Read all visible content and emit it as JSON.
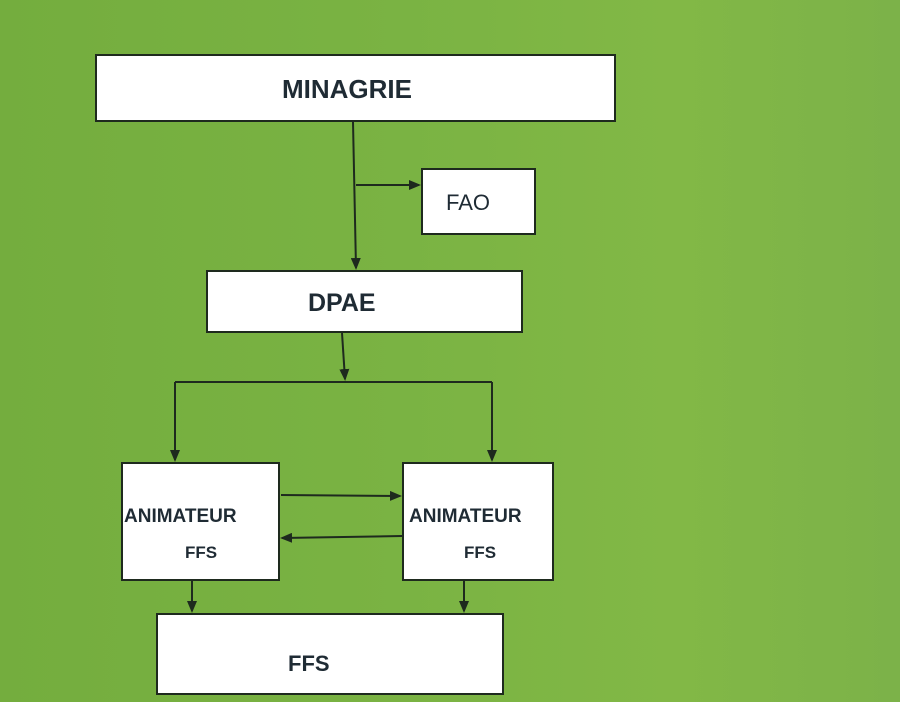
{
  "diagram": {
    "nodes": {
      "minagrie": {
        "label": "MINAGRIE"
      },
      "fao": {
        "label": "FAO"
      },
      "dpae": {
        "label": "DPAE"
      },
      "animateur_left": {
        "line1": "ANIMATEUR",
        "line2": "FFS"
      },
      "animateur_right": {
        "line1": "ANIMATEUR",
        "line2": "FFS"
      },
      "ffs": {
        "label": "FFS"
      }
    },
    "edges": [
      {
        "from": "minagrie",
        "to": "fao"
      },
      {
        "from": "minagrie",
        "to": "dpae"
      },
      {
        "from": "dpae",
        "to": "animateur_left"
      },
      {
        "from": "dpae",
        "to": "animateur_right"
      },
      {
        "from": "animateur_left",
        "to": "animateur_right"
      },
      {
        "from": "animateur_right",
        "to": "animateur_left"
      },
      {
        "from": "animateur_left",
        "to": "ffs"
      },
      {
        "from": "animateur_right",
        "to": "ffs"
      }
    ],
    "colors": {
      "background": "#7ab142",
      "box_fill": "#ffffff",
      "line": "#1e2a1e",
      "text": "#1f2b34"
    }
  }
}
